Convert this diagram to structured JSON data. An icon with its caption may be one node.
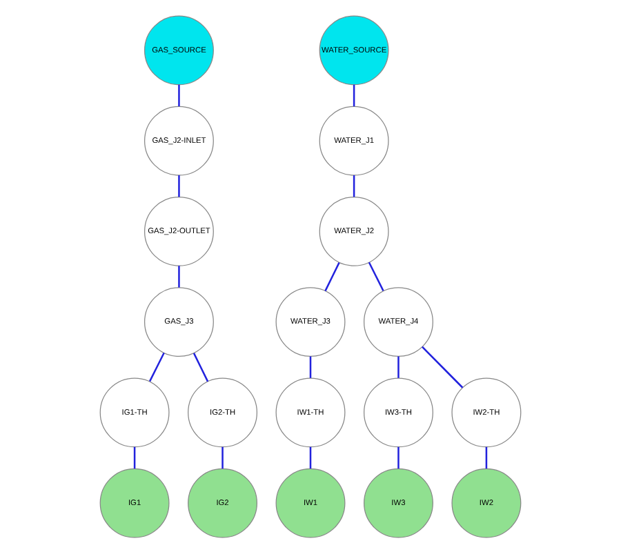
{
  "diagram": {
    "nodes": [
      {
        "text": [
          "GAS_SOURCE"
        ]
      },
      {
        "text": [
          "WATER_SOURCE"
        ]
      },
      {
        "text": [
          "GAS_J2-INLET"
        ]
      },
      {
        "text": [
          "WATER_J1"
        ]
      },
      {
        "text": [
          "GAS_J2-OUTLET"
        ]
      },
      {
        "text": [
          "WATER_J2"
        ]
      },
      {
        "text": [
          "GAS_J3"
        ]
      },
      {
        "text": [
          "WATER_J3"
        ]
      },
      {
        "text": [
          "WATER_J4"
        ]
      },
      {
        "text": [
          "IG1-TH"
        ]
      },
      {
        "text": [
          "IG2-TH"
        ]
      },
      {
        "text": [
          "IW1-TH"
        ]
      },
      {
        "text": [
          "IW3-TH"
        ]
      },
      {
        "text": [
          "IW2-TH"
        ]
      },
      {
        "text": [
          "IG1"
        ]
      },
      {
        "text": [
          "IG2"
        ]
      },
      {
        "text": [
          "IW1"
        ]
      },
      {
        "text": [
          "IW3"
        ]
      },
      {
        "text": [
          "IW2"
        ]
      }
    ],
    "edges": [
      {
        "from": 0,
        "to": 2,
        "arrow": "none"
      },
      {
        "from": 2,
        "to": 4,
        "arrow": "none"
      },
      {
        "from": 4,
        "to": 6,
        "arrow": "none"
      },
      {
        "from": 6,
        "to": 9,
        "arrow": "none"
      },
      {
        "from": 6,
        "to": 10,
        "arrow": "none"
      },
      {
        "from": 9,
        "to": 14,
        "arrow": "none"
      },
      {
        "from": 10,
        "to": 15,
        "arrow": "none"
      },
      {
        "from": 1,
        "to": 3,
        "arrow": "none"
      },
      {
        "from": 3,
        "to": 5,
        "arrow": "none"
      },
      {
        "from": 5,
        "to": 7,
        "arrow": "none"
      },
      {
        "from": 5,
        "to": 8,
        "arrow": "none"
      },
      {
        "from": 7,
        "to": 11,
        "arrow": "none"
      },
      {
        "from": 8,
        "to": 12,
        "arrow": "none"
      },
      {
        "from": 8,
        "to": 13,
        "arrow": "none"
      },
      {
        "from": 11,
        "to": 16,
        "arrow": "none"
      },
      {
        "from": 12,
        "to": 17,
        "arrow": "none"
      },
      {
        "from": 13,
        "to": 18,
        "arrow": "none"
      }
    ]
  }
}
